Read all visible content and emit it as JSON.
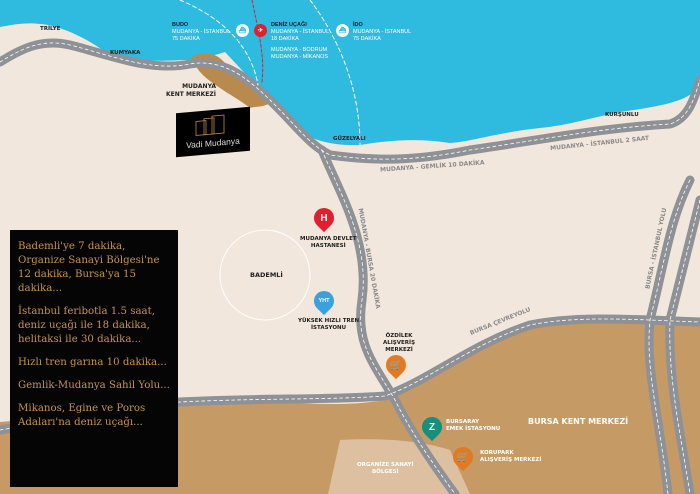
{
  "places": {
    "trilye": "TRİLYE",
    "kumyaka": "KUMYAKA",
    "mudanya_center": [
      "MUDANYA",
      "KENT MERKEZİ"
    ],
    "guzelyali": "GÜZELYALI",
    "kursunlu": "KURŞUNLU",
    "bademli": "BADEMLİ",
    "bursa_center": "BURSA KENT MERKEZİ",
    "osb": [
      "ORGANİZE SANAYİ",
      "BÖLGESİ"
    ]
  },
  "sea_routes": {
    "budo": {
      "name": "BUDO",
      "lines": [
        "MUDANYA - İSTANBUL",
        "75 DAKİKA"
      ]
    },
    "deniz_ucagi": {
      "name": "DENİZ UÇAĞI",
      "lines": [
        "MUDANYA - İSTANBUL",
        "18 DAKİKA",
        "",
        "MUDANYA - BODRUM",
        "MUDANYA - MİKANOS"
      ]
    },
    "ido": {
      "name": "İDO",
      "lines": [
        "MUDANYA - İSTANBUL",
        "75 DAKİKA"
      ]
    }
  },
  "roads": {
    "mudanya_istanbul": "MUDANYA - İSTANBUL 2 SAAT",
    "mudanya_gemlik": "MUDANYA - GEMLİK 10 DAKİKA",
    "mudanya_bursa": "MUDANYA - BURSA 20 DAKİKA",
    "bursa_istanbul": "BURSA - İSTANBUL YOLU",
    "cevreyolu": "BURSA ÇEVREYOLU"
  },
  "pois": {
    "hospital": {
      "icon": "H",
      "label": [
        "MUDANYA DEVLET",
        "HASTANESİ"
      ]
    },
    "yht": {
      "icon": "YHT",
      "label": [
        "YÜKSEK HIZLI TREN",
        "İSTASYONU"
      ]
    },
    "ozdilek": {
      "label": [
        "ÖZDİLEK",
        "ALIŞVERİŞ",
        "MERKEZİ"
      ]
    },
    "bursaray": {
      "label": [
        "BURSARAY",
        "EMEK İSTASYONU"
      ]
    },
    "korupark": {
      "label": [
        "KORUPARK",
        "ALIŞVERİŞ MERKEZİ"
      ]
    }
  },
  "logo": "Vadi Mudanya",
  "info": [
    "Bademli'ye 7 dakika, Organize Sanayi Bölgesi'ne 12 dakika, Bursa'ya 15 dakika...",
    "İstanbul feribotla 1.5 saat, deniz uçağı ile 18 dakika, helitaksi ile 30 dakika...",
    "Hızlı tren garına 10 dakika...",
    "Gemlik-Mudanya Sahil Yolu...",
    "Mikanos, Egine ve Poros Adaları'na deniz uçağı..."
  ],
  "colors": {
    "sea": "#2fbadf",
    "land": "#f1e7dc",
    "city": "#c59a65",
    "road": "#8e9196",
    "hospital": "#e0202e",
    "yht": "#3aa1dc",
    "shop": "#e07a23",
    "bursaray": "#13917c"
  }
}
